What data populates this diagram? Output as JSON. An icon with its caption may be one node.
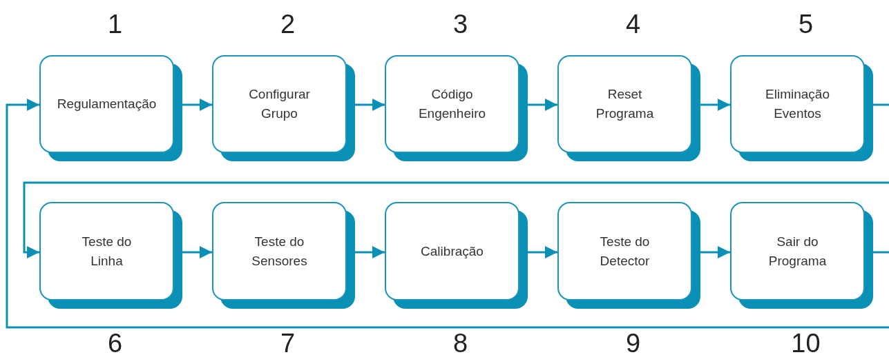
{
  "diagram": {
    "nodes": [
      {
        "text": [
          "Regulamentação"
        ],
        "beside": [
          "1"
        ]
      },
      {
        "text": [
          "Configurar Grupo"
        ],
        "beside": [
          "2"
        ]
      },
      {
        "text": [
          "Código Engenheiro"
        ],
        "beside": [
          "3"
        ]
      },
      {
        "text": [
          "Reset Programa"
        ],
        "beside": [
          "4"
        ]
      },
      {
        "text": [
          "Eliminação Eventos"
        ],
        "beside": [
          "5"
        ]
      },
      {
        "text": [
          "Teste do Linha"
        ],
        "beside": [
          "6"
        ]
      },
      {
        "text": [
          "Teste do Sensores"
        ],
        "beside": [
          "7"
        ]
      },
      {
        "text": [
          "Calibração"
        ],
        "beside": [
          "8"
        ]
      },
      {
        "text": [
          "Teste do Detector"
        ],
        "beside": [
          "9"
        ]
      },
      {
        "text": [
          "Sair do Programa"
        ],
        "beside": [
          "10"
        ]
      }
    ],
    "edges": [
      {
        "from": 0,
        "to": 1,
        "arrow": "to"
      },
      {
        "from": 1,
        "to": 2,
        "arrow": "to"
      },
      {
        "from": 2,
        "to": 3,
        "arrow": "to"
      },
      {
        "from": 3,
        "to": 4,
        "arrow": "to"
      },
      {
        "from": 4,
        "to": 5,
        "arrow": "to"
      },
      {
        "from": 5,
        "to": 6,
        "arrow": "to"
      },
      {
        "from": 6,
        "to": 7,
        "arrow": "to"
      },
      {
        "from": 7,
        "to": 8,
        "arrow": "to"
      },
      {
        "from": 8,
        "to": 9,
        "arrow": "to"
      },
      {
        "from": 9,
        "to": 0,
        "arrow": "to"
      }
    ]
  }
}
